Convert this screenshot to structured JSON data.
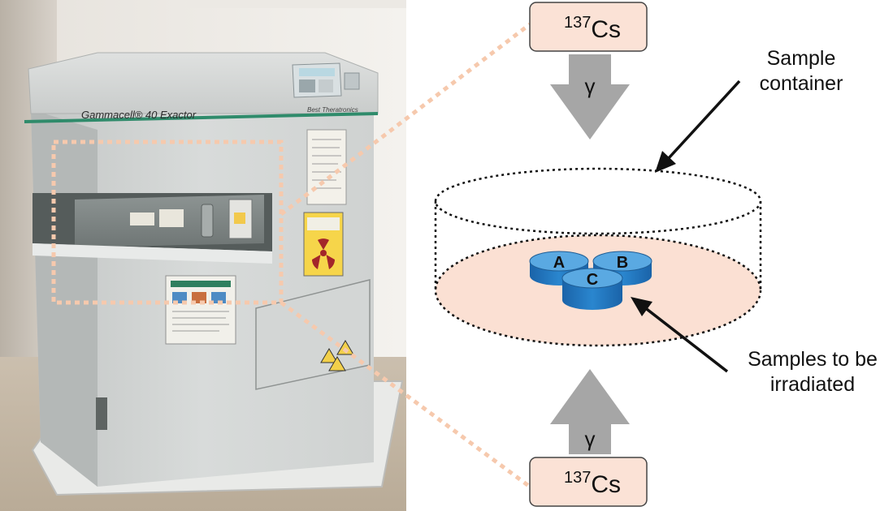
{
  "photo": {
    "machine_label": "Gammacell® 40 Exactor",
    "maker_label": "Best Theratronics"
  },
  "diagram": {
    "source_top": {
      "mass": "137",
      "element": "Cs"
    },
    "source_bottom": {
      "mass": "137",
      "element": "Cs"
    },
    "gamma_symbol": "γ",
    "container_label_line1": "Sample",
    "container_label_line2": "container",
    "samples_label_line1": "Samples to be",
    "samples_label_line2": "irradiated",
    "samples": [
      "A",
      "B",
      "C"
    ]
  },
  "colors": {
    "source_fill": "#fbe2d6",
    "dish_fill": "#fbe0d3",
    "sample_top": "#5aa9e2",
    "sample_side": "#1f6fb8",
    "arrow_gray": "#a6a6a6",
    "zoom_dots": "#f6c9ad"
  }
}
